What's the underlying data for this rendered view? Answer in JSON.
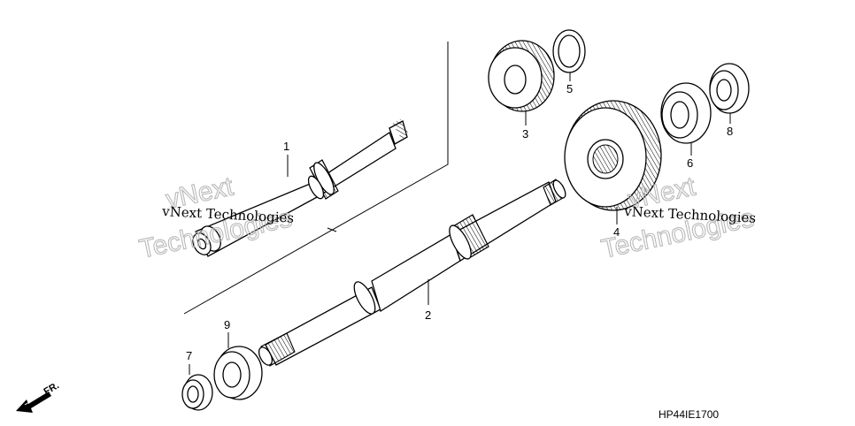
{
  "callouts": [
    "1",
    "2",
    "3",
    "4",
    "5",
    "6",
    "7",
    "8",
    "9"
  ],
  "diagram_code": "HP44IE1700",
  "front_arrow_label": "FR.",
  "watermark": {
    "line1": "vNext Technologies",
    "line2a": "vNext",
    "line2b": "Technologies"
  }
}
